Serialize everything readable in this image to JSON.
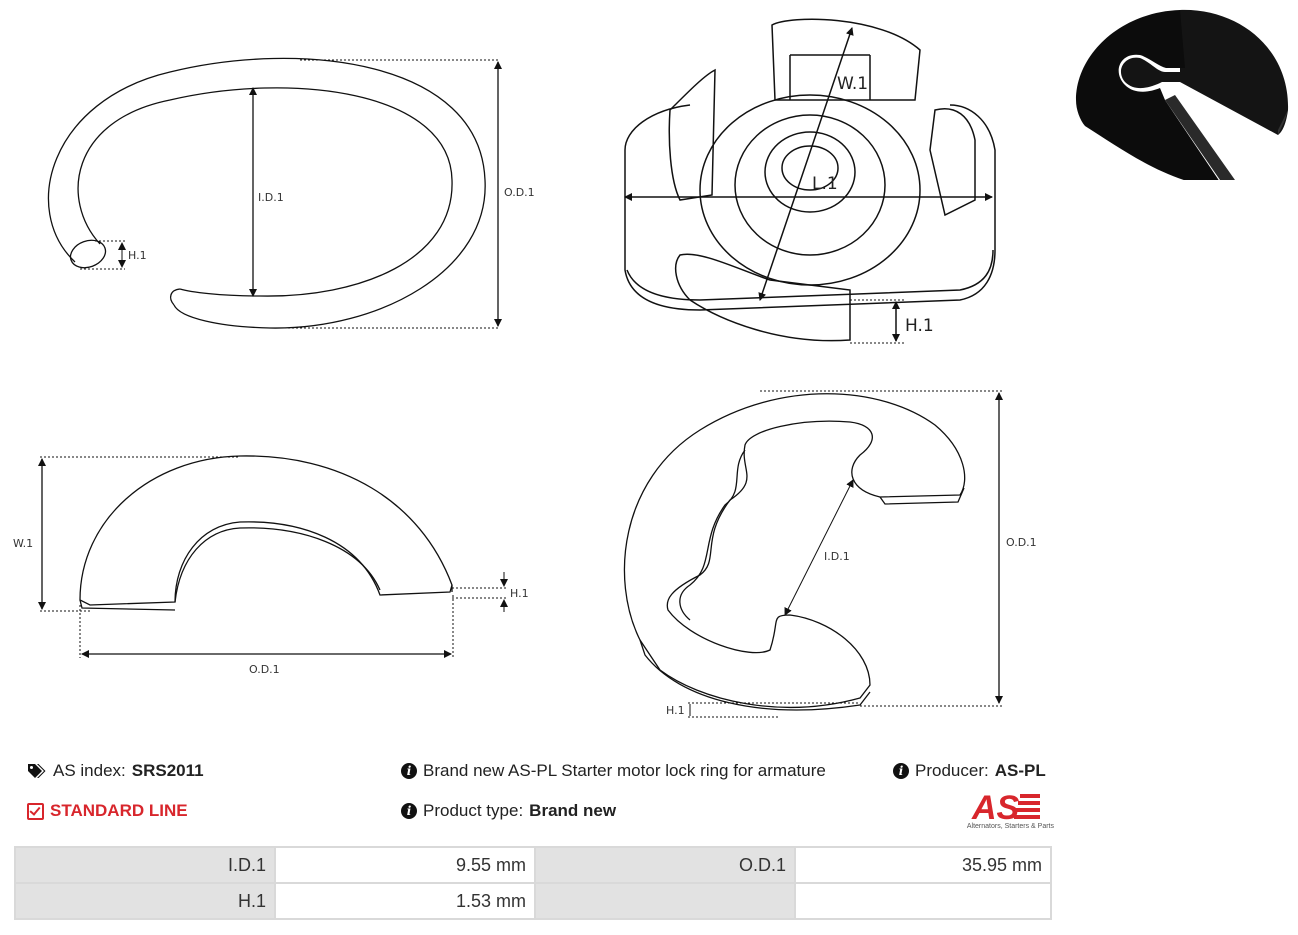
{
  "drawings": {
    "ring_labels": {
      "id": "I.D.1",
      "od": "O.D.1",
      "h": "H.1"
    },
    "clip_labels": {
      "w": "W.1",
      "l": "L.1",
      "h": "H.1"
    },
    "arc_labels": {
      "w": "W.1",
      "h": "H.1",
      "od": "O.D.1"
    },
    "ering_labels": {
      "id": "I.D.1",
      "od": "O.D.1",
      "h": "H.1"
    }
  },
  "info": {
    "as_index_label": "AS index:",
    "as_index_value": "SRS2011",
    "line_label": "STANDARD LINE",
    "description": "Brand new AS-PL Starter motor lock ring for armature",
    "product_type_label": "Product type:",
    "product_type_value": "Brand new",
    "producer_label": "Producer:",
    "producer_value": "AS-PL"
  },
  "logo": {
    "mark": "AS",
    "tagline": "Alternators, Starters & Parts"
  },
  "params": [
    {
      "label1": "I.D.1",
      "value1": "9.55 mm",
      "label2": "O.D.1",
      "value2": "35.95 mm"
    },
    {
      "label1": "H.1",
      "value1": "1.53 mm",
      "label2": "",
      "value2": ""
    }
  ],
  "colors": {
    "accent": "#d8262c",
    "table_header": "#e2e2e2",
    "border": "#d9d9d9"
  }
}
